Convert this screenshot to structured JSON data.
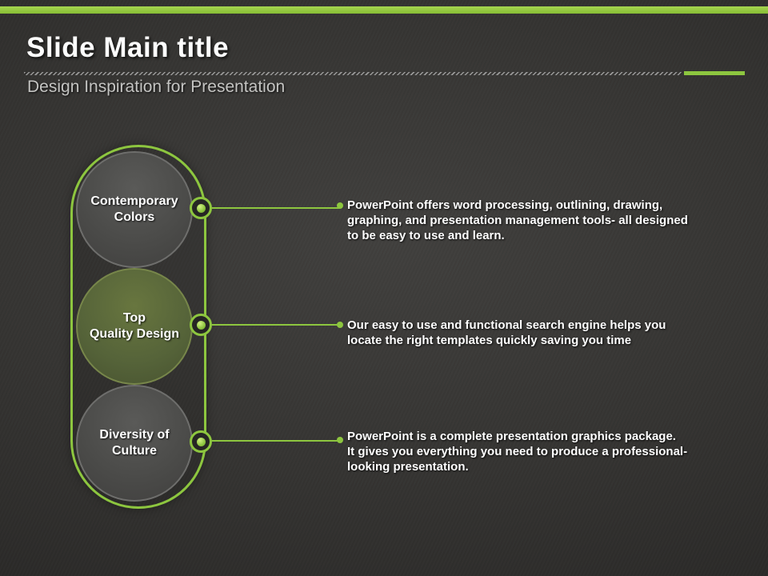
{
  "slide": {
    "title": "Slide Main title",
    "subtitle": "Design Inspiration for Presentation"
  },
  "colors": {
    "accent_green": "#8dc63f",
    "background": "#343331",
    "circle_gray": "#4a4a48",
    "circle_olive": "#556339",
    "title_white": "#fdfdfd",
    "subtitle_gray": "#c4c4c2"
  },
  "items": [
    {
      "label": "Contemporary\nColors",
      "description": "PowerPoint offers word processing, outlining, drawing, graphing, and presentation management tools- all designed to be easy to use and learn."
    },
    {
      "label": "Top\nQuality Design",
      "description": "Our easy to use and functional search engine helps you locate the right templates quickly saving you time"
    },
    {
      "label": "Diversity of\nCulture",
      "description": "PowerPoint is a complete presentation graphics package.\nIt gives you everything you need to produce a professional-looking presentation."
    }
  ]
}
